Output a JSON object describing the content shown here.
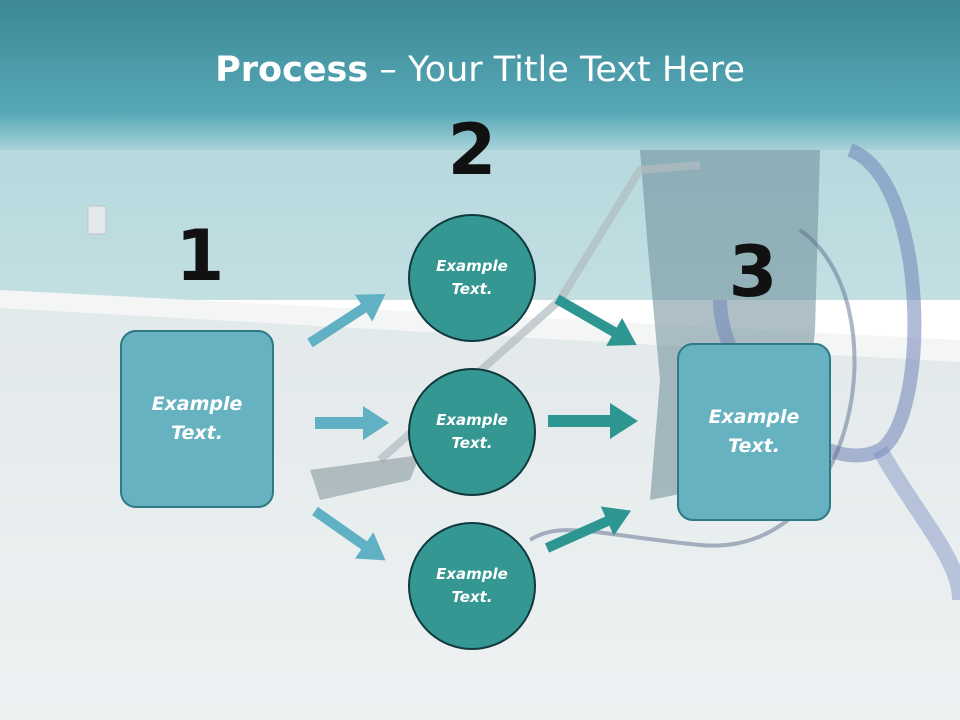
{
  "title": {
    "bold": "Process",
    "rest": " – Your Title Text Here"
  },
  "steps": [
    {
      "number": "1",
      "line1": "Example",
      "line2": "Text."
    },
    {
      "number": "2",
      "line1": "Example",
      "line2": "Text."
    },
    {
      "number": "3",
      "line1": "Example",
      "line2": "Text."
    }
  ],
  "circles": [
    {
      "line1": "Example",
      "line2": "Text."
    },
    {
      "line1": "Example",
      "line2": "Text."
    },
    {
      "line1": "Example",
      "line2": "Text."
    }
  ],
  "colors": {
    "header": "#4a9fad",
    "box": "#66b2c1",
    "circle": "#359792",
    "arrow_light": "#5fb1c3",
    "arrow_dark": "#2e9690"
  }
}
